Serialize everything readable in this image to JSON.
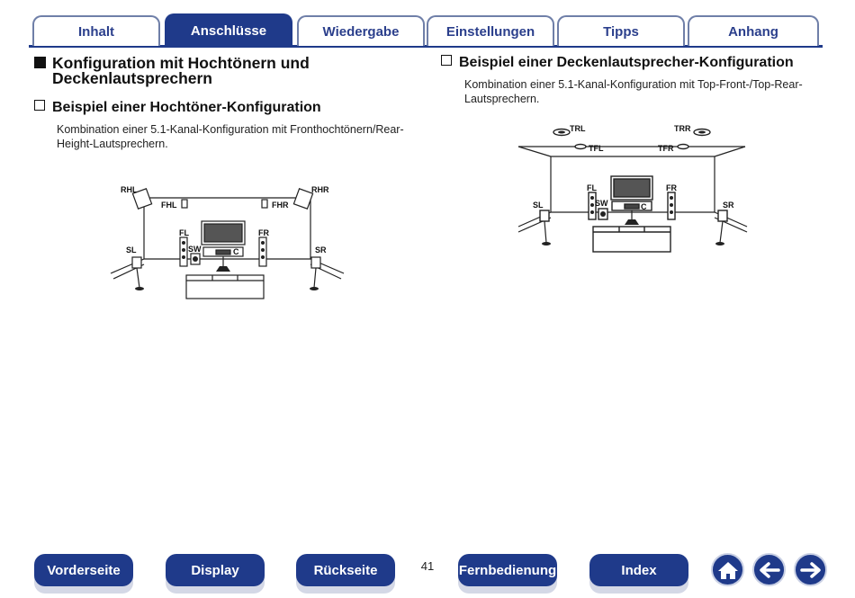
{
  "tabs": [
    {
      "label": "Inhalt",
      "active": false
    },
    {
      "label": "Anschlüsse",
      "active": true
    },
    {
      "label": "Wiedergabe",
      "active": false
    },
    {
      "label": "Einstellungen",
      "active": false
    },
    {
      "label": "Tipps",
      "active": false
    },
    {
      "label": "Anhang",
      "active": false
    }
  ],
  "section": {
    "title_line1": "Konfiguration mit Hochtönern und",
    "title_line2": "Deckenlautsprechern"
  },
  "left": {
    "heading": "Beispiel einer Hochtöner-Konfiguration",
    "text_line1": "Kombination einer 5.1-Kanal-Konfiguration mit Fronthochtönern/Rear-",
    "text_line2": "Height-Lautsprechern.",
    "labels": {
      "rhl": "RHL",
      "rhr": "RHR",
      "fhl": "FHL",
      "fhr": "FHR",
      "fl": "FL",
      "fr": "FR",
      "sw": "SW",
      "c": "C",
      "sl": "SL",
      "sr": "SR"
    }
  },
  "right": {
    "heading": "Beispiel einer Deckenlautsprecher-Konfiguration",
    "text_line1": "Kombination einer 5.1-Kanal-Konfiguration mit Top-Front-/Top-Rear-",
    "text_line2": "Lautsprechern.",
    "labels": {
      "trl": "TRL",
      "trr": "TRR",
      "tfl": "TFL",
      "tfr": "TFR",
      "fl": "FL",
      "fr": "FR",
      "sw": "SW",
      "c": "C",
      "sl": "SL",
      "sr": "SR"
    }
  },
  "footer": {
    "page": "41",
    "buttons": [
      "Vorderseite",
      "Display",
      "Rückseite",
      "Fernbedienung",
      "Index"
    ],
    "icons": [
      "home-icon",
      "arrow-left-icon",
      "arrow-right-icon"
    ]
  }
}
